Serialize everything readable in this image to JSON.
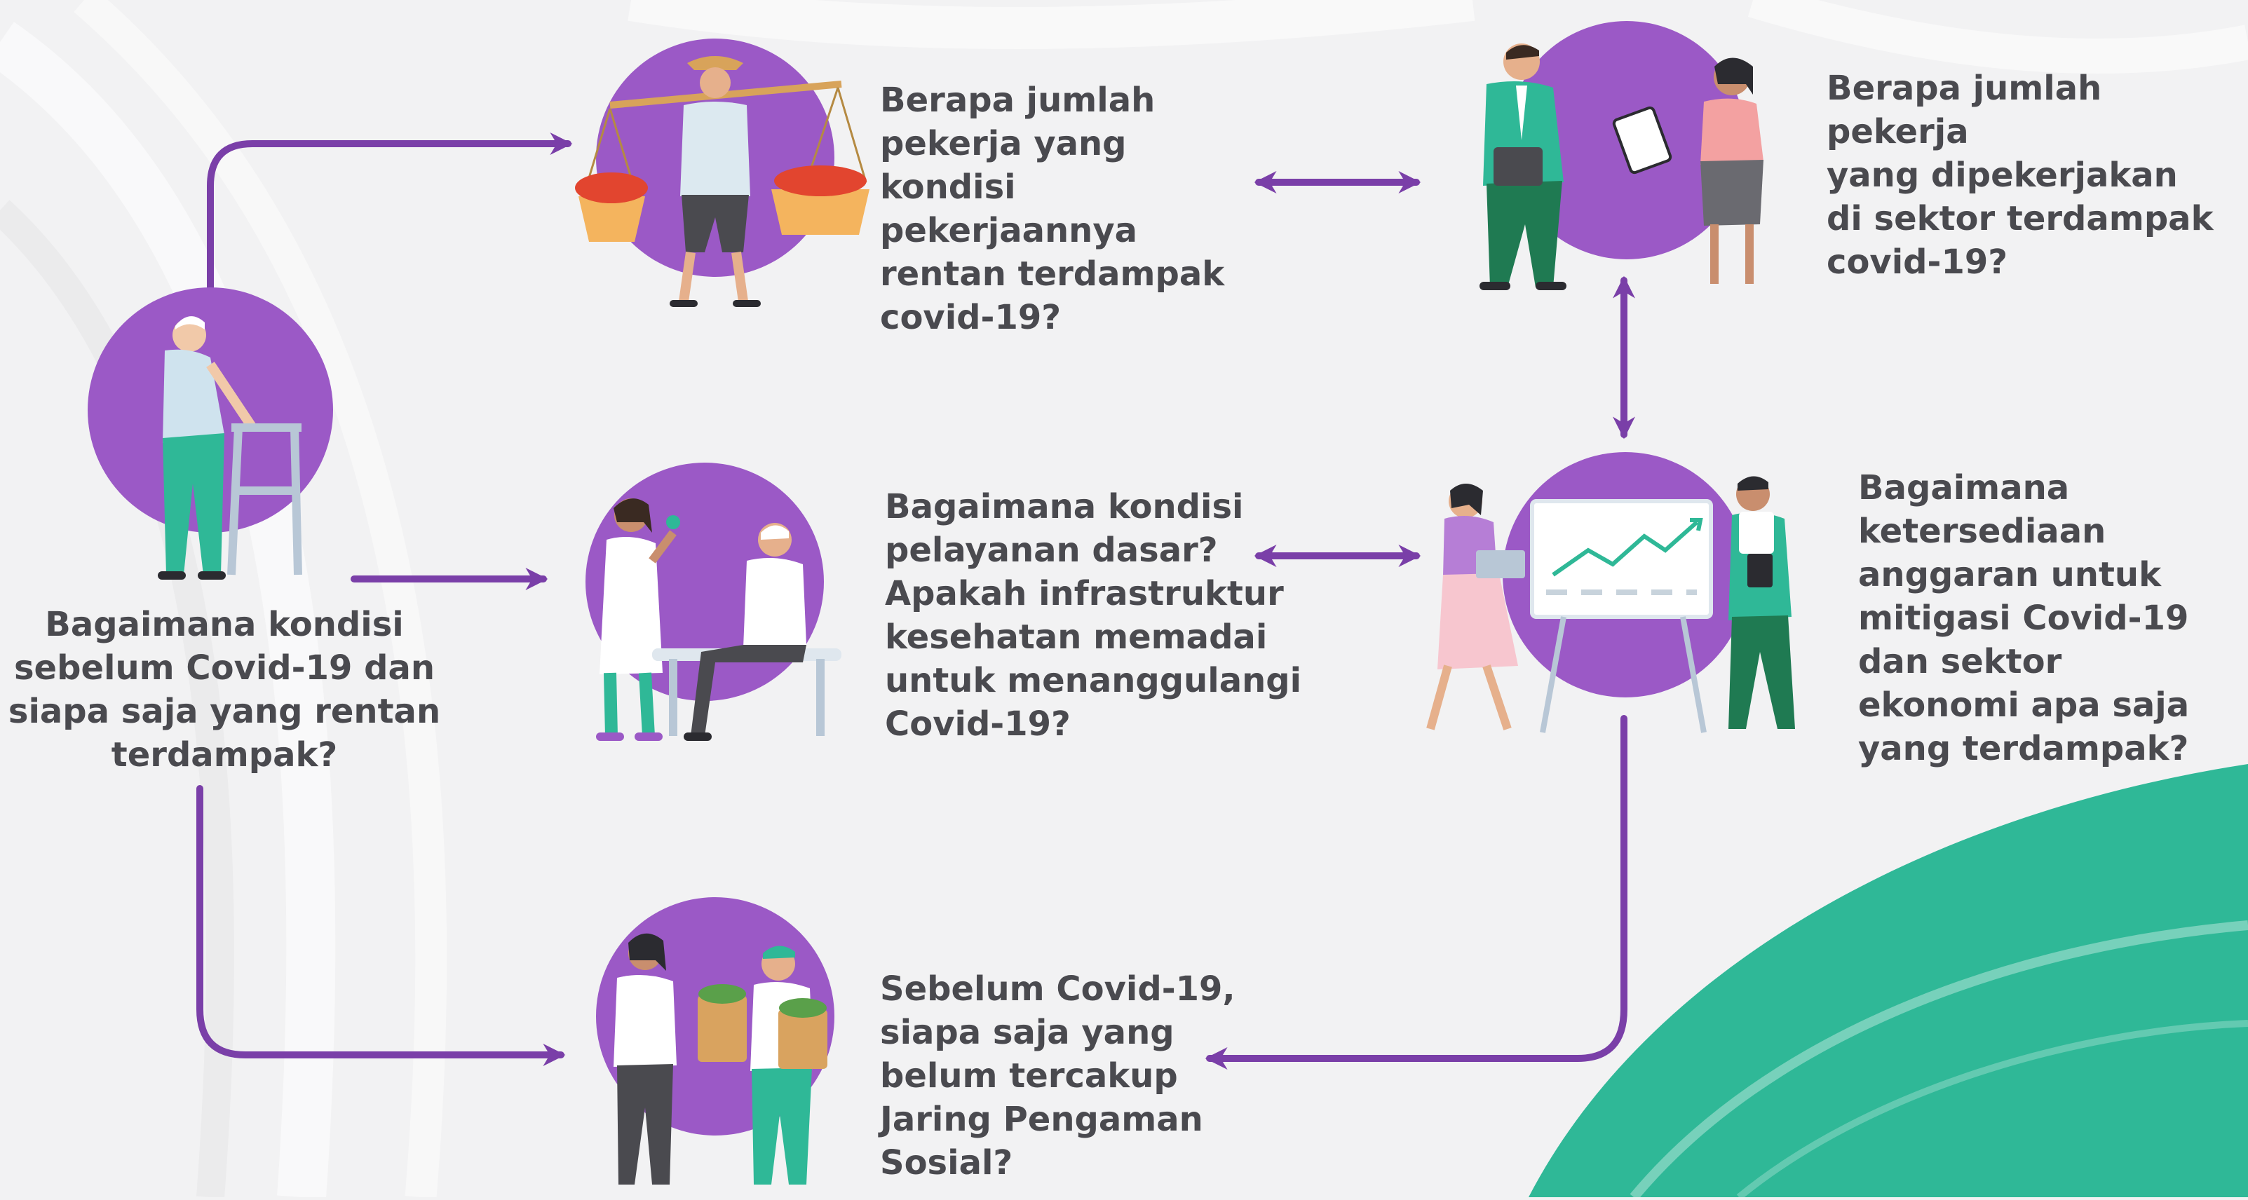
{
  "colors": {
    "purple": "#9b59c6",
    "arrow": "#7a3fa8",
    "teal": "#2fb897",
    "text": "#4a4a4f",
    "background": "#f2f2f3"
  },
  "illustrations": {
    "elderly": "elderly-person-with-walker",
    "vendor": "street-vendor-carrying-baskets",
    "business": "business-meeting-people",
    "health": "doctor-and-patient",
    "presentation": "presentation-board-with-chart",
    "aid": "people-carrying-groceries"
  },
  "nodes": {
    "start": {
      "text": "Bagaimana kondisi\nsebelum Covid-19 dan\nsiapa saja yang rentan\nterdampak?"
    },
    "vulnerable_workers": {
      "text": "Berapa jumlah\npekerja yang\nkondisi\npekerjaannya\nrentan terdampak\ncovid-19?"
    },
    "affected_sector_workers": {
      "text": "Berapa jumlah pekerja\nyang dipekerjakan\ndi sektor terdampak\ncovid-19?"
    },
    "basic_services": {
      "text": "Bagaimana kondisi\npelayanan dasar?\nApakah infrastruktur\nkesehatan memadai\nuntuk menanggulangi\nCovid-19?"
    },
    "budget": {
      "text": "Bagaimana\nketersediaan\nanggaran untuk\nmitigasi Covid-19\ndan sektor\nekonomi apa saja\nyang terdampak?"
    },
    "social_safety_net": {
      "text": "Sebelum Covid-19,\nsiapa saja yang\nbelum tercakup\nJaring Pengaman\nSosial?"
    }
  }
}
